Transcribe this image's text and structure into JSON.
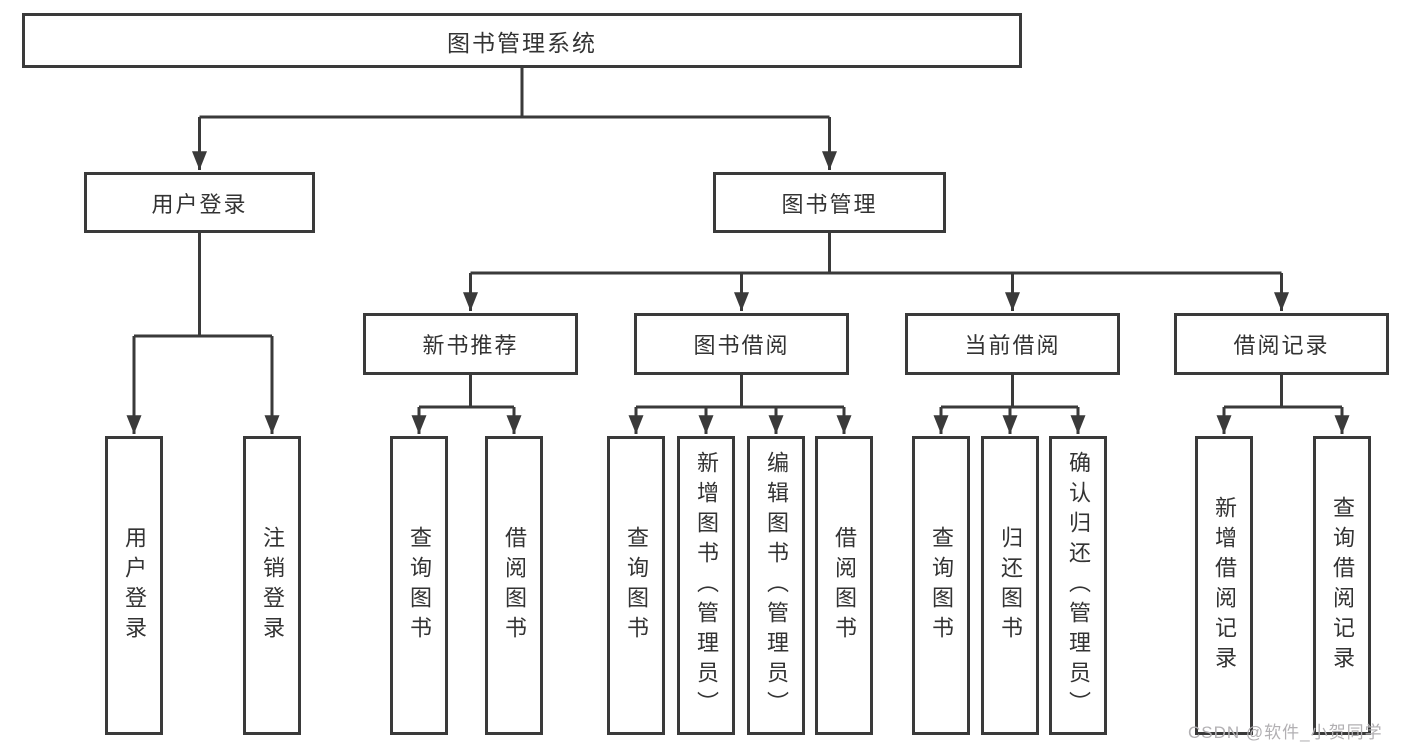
{
  "colors": {
    "line": "#3a3a3a",
    "text": "#333333",
    "watermark": "#b2b0b3",
    "background": "#ffffff"
  },
  "watermark": {
    "text": "CSDN @软件_小贺同学"
  },
  "tree": {
    "label": "图书管理系统",
    "children": [
      {
        "label": "用户登录",
        "children": [
          {
            "label": "用户登录"
          },
          {
            "label": "注销登录"
          }
        ]
      },
      {
        "label": "图书管理",
        "children": [
          {
            "label": "新书推荐",
            "children": [
              {
                "label": "查询图书"
              },
              {
                "label": "借阅图书"
              }
            ]
          },
          {
            "label": "图书借阅",
            "children": [
              {
                "label": "查询图书"
              },
              {
                "label": "新增图书（管理员）"
              },
              {
                "label": "编辑图书（管理员）"
              },
              {
                "label": "借阅图书"
              }
            ]
          },
          {
            "label": "当前借阅",
            "children": [
              {
                "label": "查询图书"
              },
              {
                "label": "归还图书"
              },
              {
                "label": "确认归还（管理员）"
              }
            ]
          },
          {
            "label": "借阅记录",
            "children": [
              {
                "label": "新增借阅记录"
              },
              {
                "label": "查询借阅记录"
              }
            ]
          }
        ]
      }
    ]
  }
}
